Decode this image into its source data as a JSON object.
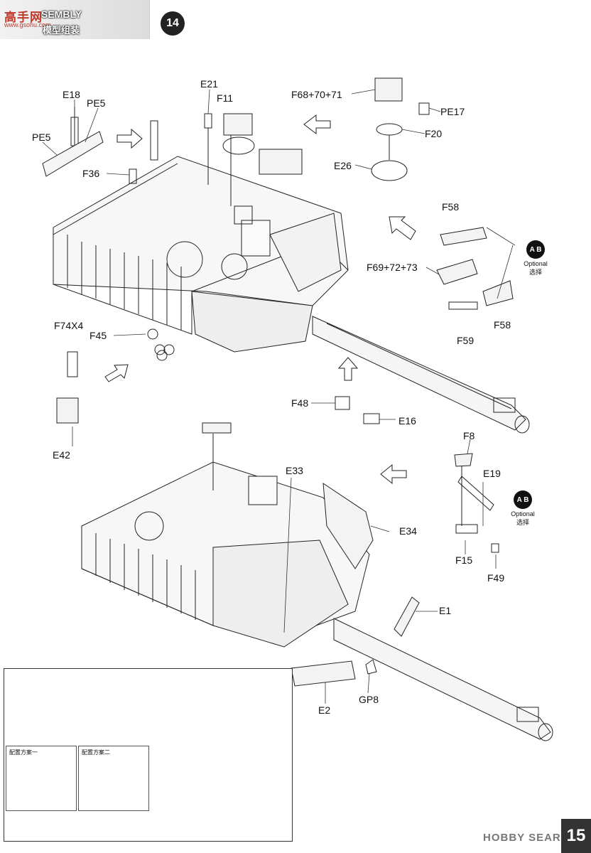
{
  "header": {
    "brand": "高手网",
    "url": "www.gsohu.com",
    "title": "SEMBLY",
    "subtitle": "模型组装"
  },
  "step_number": "14",
  "labels": [
    {
      "id": "e18",
      "text": "E18"
    },
    {
      "id": "pe5-a",
      "text": "PE5"
    },
    {
      "id": "pe5-b",
      "text": "PE5"
    },
    {
      "id": "e21",
      "text": "E21"
    },
    {
      "id": "f11",
      "text": "F11"
    },
    {
      "id": "f68",
      "text": "F68+70+71"
    },
    {
      "id": "pe17",
      "text": "PE17"
    },
    {
      "id": "f20",
      "text": "F20"
    },
    {
      "id": "e26",
      "text": "E26"
    },
    {
      "id": "f36",
      "text": "F36"
    },
    {
      "id": "f58-a",
      "text": "F58"
    },
    {
      "id": "f69",
      "text": "F69+72+73"
    },
    {
      "id": "f58-b",
      "text": "F58"
    },
    {
      "id": "f59",
      "text": "F59"
    },
    {
      "id": "f74",
      "text": "F74X4"
    },
    {
      "id": "f45",
      "text": "F45"
    },
    {
      "id": "e42",
      "text": "E42"
    },
    {
      "id": "f48",
      "text": "F48"
    },
    {
      "id": "e16",
      "text": "E16"
    },
    {
      "id": "f8",
      "text": "F8"
    },
    {
      "id": "e19",
      "text": "E19"
    },
    {
      "id": "e33",
      "text": "E33"
    },
    {
      "id": "e34",
      "text": "E34"
    },
    {
      "id": "f15",
      "text": "F15"
    },
    {
      "id": "f49",
      "text": "F49"
    },
    {
      "id": "e1",
      "text": "E1"
    },
    {
      "id": "e2",
      "text": "E2"
    },
    {
      "id": "gp8",
      "text": "GP8"
    }
  ],
  "optional_badges": [
    {
      "ab": "A B",
      "text_en": "Optional",
      "text_zh": "选择"
    },
    {
      "ab": "A B",
      "text_en": "Optional",
      "text_zh": "选择"
    }
  ],
  "inset": {
    "variant_1": "配置方案一",
    "variant_2": "配置方案二"
  },
  "watermark": "HOBBY SEARCH",
  "page_number": "15"
}
